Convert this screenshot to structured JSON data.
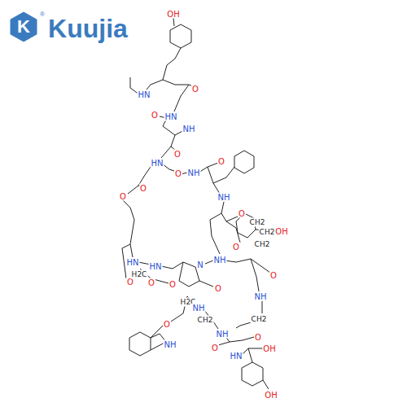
{
  "diagram": {
    "labels": [
      "K",
      "®",
      "Kuujia",
      "OH",
      "HN",
      "O",
      "HN",
      "O",
      "NH",
      "O",
      "HN",
      "O",
      "NH",
      "O",
      "O",
      "O",
      "NH",
      "O",
      "CH2",
      "CH2",
      "OH",
      "CH2",
      "O",
      "NH",
      "O",
      "HN",
      "HN",
      "O",
      "H2C",
      "O",
      "O",
      "N",
      "O",
      "NH",
      "CH2",
      "H2C",
      "NH",
      "CH2",
      "O",
      "NH",
      "O",
      "HN",
      "O",
      "OH",
      "NH",
      "OH"
    ]
  }
}
